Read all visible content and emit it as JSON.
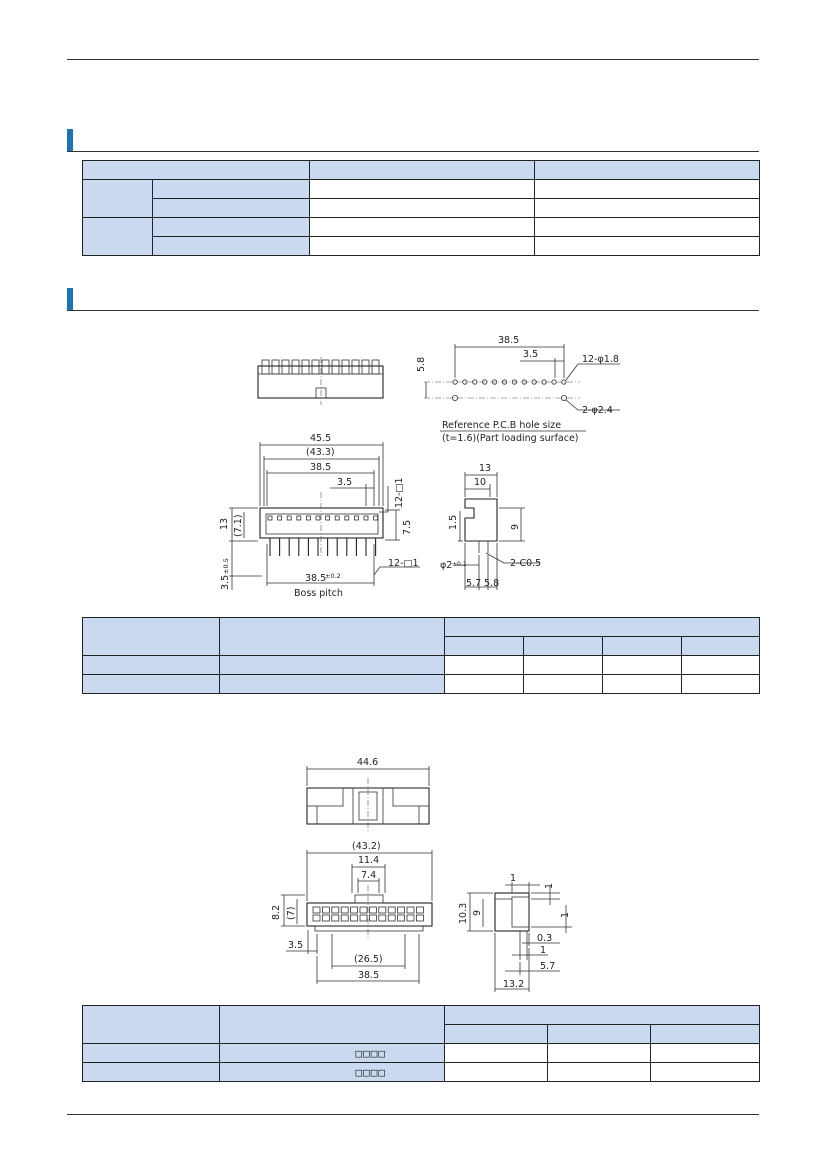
{
  "colors": {
    "accent": "#1a73b8",
    "table_header": "#c9d9ef",
    "rule": "#333333"
  },
  "table_mark": "□□□□",
  "drawing1": {
    "top_dims": {
      "w385": "38.5",
      "h58": "5.8",
      "p35": "3.5",
      "holes12": "12-φ1.8",
      "holes2": "2-φ2.4"
    },
    "ref_note_1": "Reference P.C.B hole size",
    "ref_note_2": "(t=1.6)(Part loading surface)",
    "front_dims": {
      "w455": "45.5",
      "w433": "(43.3)",
      "w385": "38.5",
      "p35": "3.5",
      "sq1": "12-□1",
      "sq2": "12-□1",
      "h13": "13",
      "h71": "(7.1)",
      "h75": "7.5",
      "h35": "3.5",
      "tol05": "±0.5",
      "boss": "38.5",
      "tol02": "±0.2"
    },
    "boss_pitch": "Boss pitch",
    "side_dims": {
      "w13": "13",
      "w10": "10",
      "h15": "1.5",
      "h9": "9",
      "phi2": "φ2",
      "tol01": "±0.1",
      "c05": "2-C0.5",
      "d57": "5.7",
      "d58": "5.8"
    }
  },
  "drawing2": {
    "top_dims": {
      "w446": "44.6"
    },
    "front_dims": {
      "w432": "(43.2)",
      "w114": "11.4",
      "w74": "7.4",
      "h82": "8.2",
      "h7": "(7)",
      "p35": "3.5",
      "w265": "(26.5)",
      "w385": "38.5"
    },
    "side_dims": {
      "d1a": "1",
      "d1b": "1",
      "d1c": "1",
      "d1d": "1",
      "h103": "10.3",
      "h9": "9",
      "d03": "0.3",
      "d57": "5.7",
      "d132": "13.2"
    }
  }
}
